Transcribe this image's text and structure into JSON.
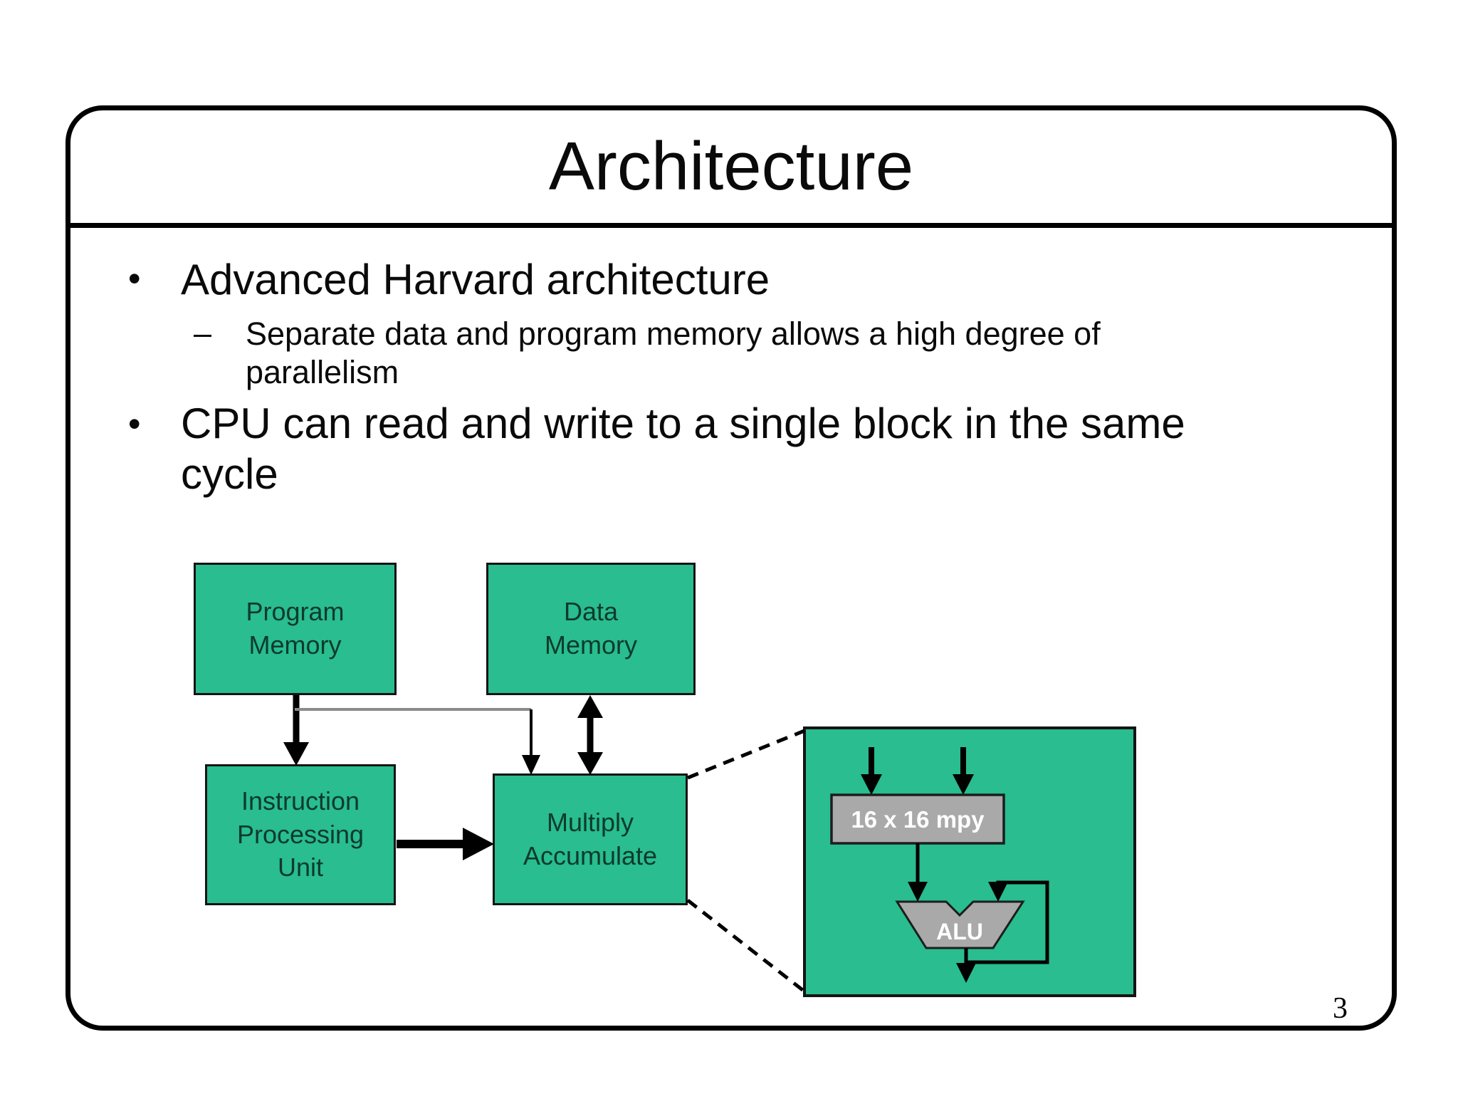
{
  "slide": {
    "title": "Architecture",
    "page_number": "3"
  },
  "bullets": {
    "marker": "•",
    "dash": "–",
    "item1": "Advanced Harvard architecture",
    "sub1": "Separate data and program memory allows a high degree of parallelism",
    "item2": "CPU can read and write to a single block in the same cycle"
  },
  "diagram": {
    "program_memory": {
      "line1": "Program",
      "line2": "Memory"
    },
    "data_memory": {
      "line1": "Data",
      "line2": "Memory"
    },
    "instruction_processing_unit": {
      "line1": "Instruction",
      "line2": "Processing",
      "line3": "Unit"
    },
    "multiply_accumulate": {
      "line1": "Multiply",
      "line2": "Accumulate"
    },
    "detail": {
      "multiplier_label": "16 x 16 mpy",
      "alu_label": "ALU"
    },
    "colors": {
      "block_green": "#29bd8f",
      "unit_gray": "#a9a9a9",
      "connector_gray": "#8a8a8a",
      "line_black": "#000000"
    }
  }
}
